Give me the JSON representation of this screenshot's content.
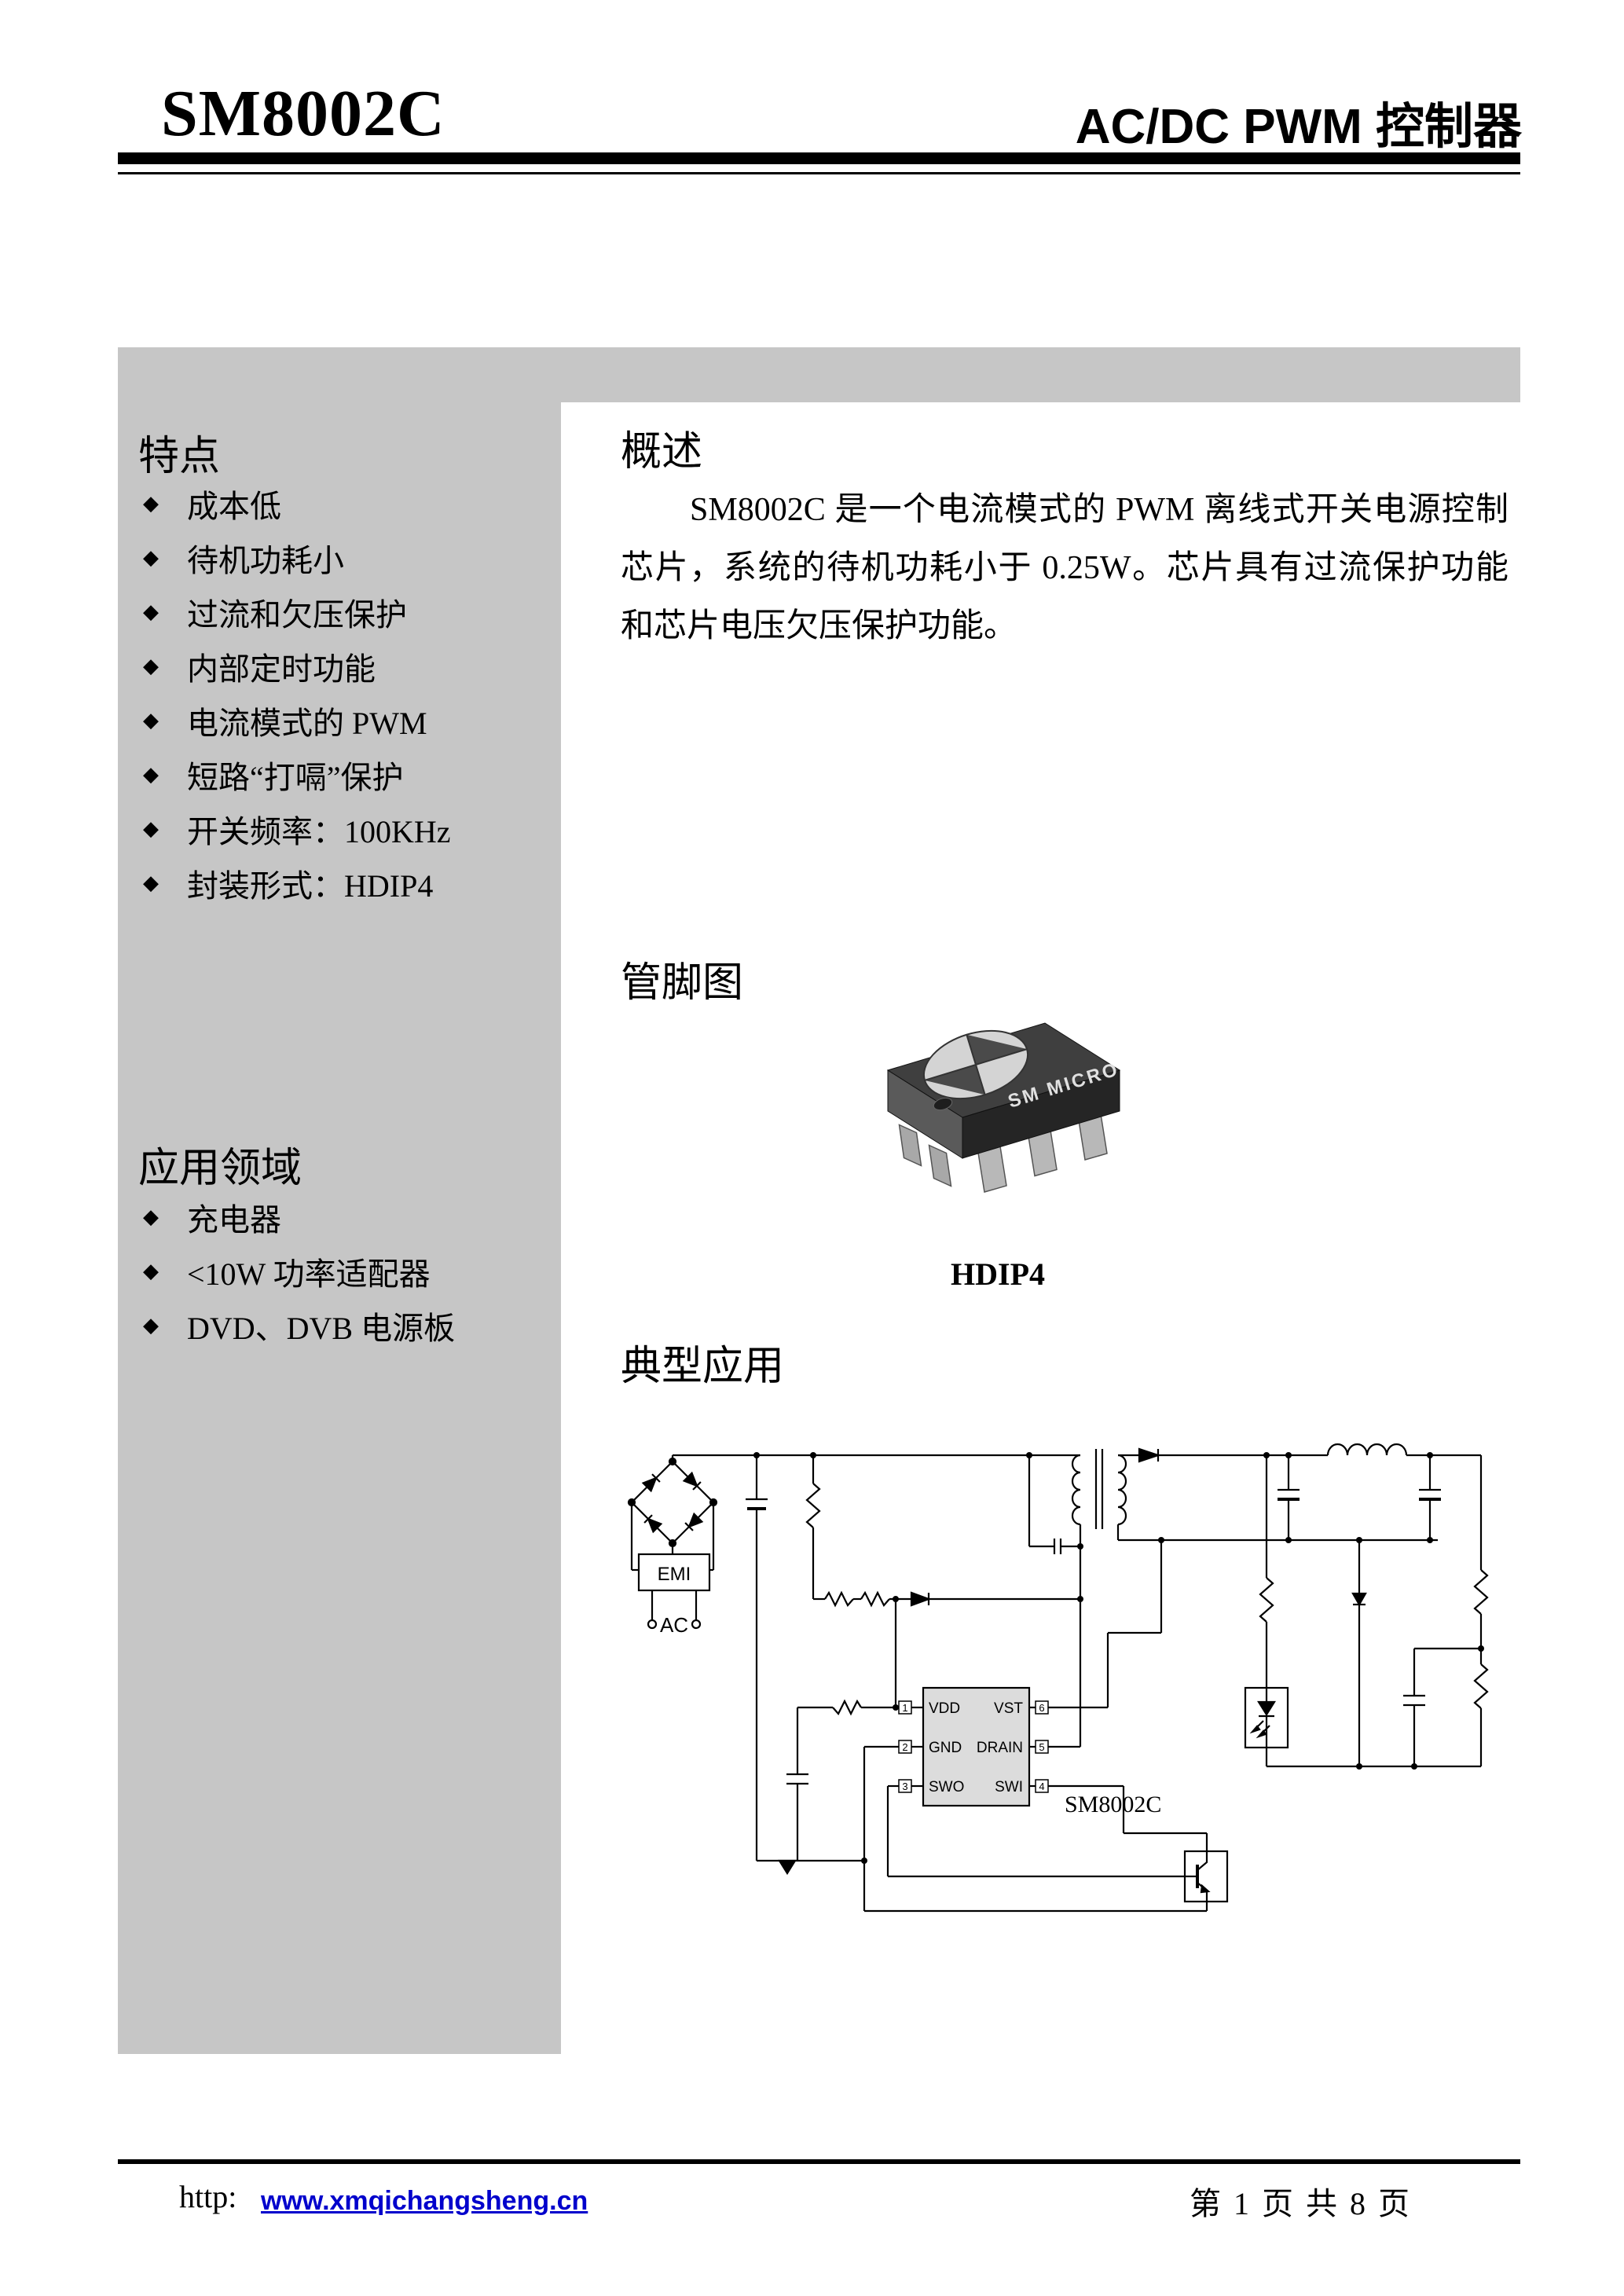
{
  "header": {
    "part": "SM8002C",
    "title": "AC/DC PWM 控制器"
  },
  "sidebar": {
    "bullet": "◆",
    "features_title": "特点",
    "features": [
      "成本低",
      "待机功耗小",
      "过流和欠压保护",
      "内部定时功能",
      "电流模式的 PWM",
      "短路“打嗝”保护",
      "开关频率：100KHz",
      "封装形式：HDIP4"
    ],
    "applications_title": "应用领域",
    "applications": [
      "充电器",
      "<10W 功率适配器",
      "DVD、DVB 电源板"
    ]
  },
  "overview": {
    "title": "概述",
    "body": "SM8002C 是一个电流模式的 PWM 离线式开关电源控制芯片，系统的待机功耗小于 0.25W。芯片具有过流保护功能和芯片电压欠压保护功能。"
  },
  "pin_diagram": {
    "title": "管脚图",
    "brand": "SM MICRO",
    "package": "HDIP4"
  },
  "typical_app": {
    "title": "典型应用",
    "chip": "SM8002C",
    "emi": "EMI",
    "ac": "AC",
    "pins": {
      "vdd": "VDD",
      "vst": "VST",
      "gnd": "GND",
      "drain": "DRAIN",
      "swo": "SWO",
      "swi": "SWI"
    },
    "nums": {
      "n1": "1",
      "n2": "2",
      "n3": "3",
      "n4": "4",
      "n5": "5",
      "n6": "6"
    }
  },
  "footer": {
    "protocol": "http:",
    "url": "www.xmqichangsheng.cn",
    "page_info": "第 1 页 共 8 页"
  },
  "colors": {
    "sidebar_gray": "#c6c6c6",
    "link_blue": "#0000cc"
  }
}
